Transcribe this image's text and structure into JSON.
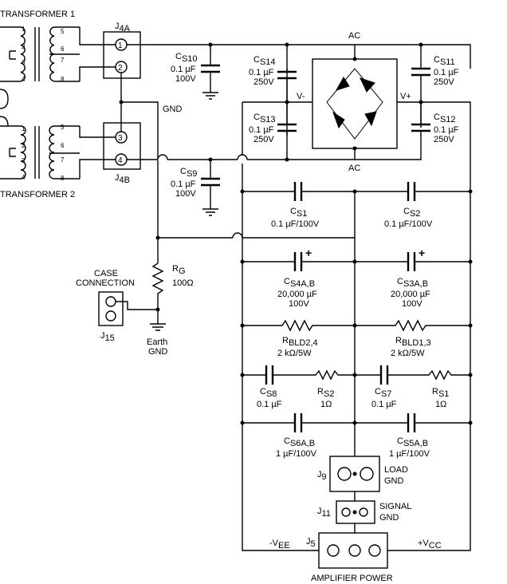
{
  "transformers": [
    {
      "label": "TRANSFORMER 1",
      "pins": [
        "1",
        "2",
        "3",
        "4",
        "5",
        "6",
        "7",
        "8"
      ]
    },
    {
      "label": "TRANSFORMER 2",
      "pins": [
        "1",
        "2",
        "3",
        "4",
        "5",
        "6",
        "7",
        "8"
      ]
    }
  ],
  "connectors": {
    "j4a": {
      "ref": "J",
      "sub": "4A",
      "pins": [
        "1",
        "2"
      ]
    },
    "j4b": {
      "ref": "J",
      "sub": "4B",
      "pins": [
        "3",
        "4"
      ]
    },
    "j15": {
      "ref": "J",
      "sub": "15"
    },
    "j9": {
      "ref": "J",
      "sub": "9",
      "label_line1": "LOAD",
      "label_line2": "GND"
    },
    "j11": {
      "ref": "J",
      "sub": "11",
      "label_line1": "SIGNAL",
      "label_line2": "GND"
    },
    "j5": {
      "ref": "J",
      "sub": "5",
      "label": "AMPLIFIER  POWER"
    }
  },
  "nets": {
    "gnd": "GND",
    "ac_top": "AC",
    "ac_bottom": "AC",
    "v_minus": "V-",
    "v_plus": "V+",
    "case_line1": "CASE",
    "case_line2": "CONNECTION",
    "earth_line1": "Earth",
    "earth_line2": "GND",
    "vee_prefix": "-V",
    "vee_sub": "EE",
    "vcc_prefix": "+V",
    "vcc_sub": "CC"
  },
  "components": {
    "cs10": {
      "ref": "C",
      "sub": "S10",
      "value1": "0.1 µF",
      "value2": "100V"
    },
    "cs9": {
      "ref": "C",
      "sub": "S9",
      "value1": "0.1 µF",
      "value2": "100V"
    },
    "cs14": {
      "ref": "C",
      "sub": "S14",
      "value1": "0.1 µF",
      "value2": "250V"
    },
    "cs13": {
      "ref": "C",
      "sub": "S13",
      "value1": "0.1 µF",
      "value2": "250V"
    },
    "cs11": {
      "ref": "C",
      "sub": "S11",
      "value1": "0.1 µF",
      "value2": "250V"
    },
    "cs12": {
      "ref": "C",
      "sub": "S12",
      "value1": "0.1 µF",
      "value2": "250V"
    },
    "cs1": {
      "ref": "C",
      "sub": "S1",
      "value": "0.1 µF/100V"
    },
    "cs2": {
      "ref": "C",
      "sub": "S2",
      "value": "0.1 µF/100V"
    },
    "cs4": {
      "ref": "C",
      "sub": "S4A,B",
      "value1": "20,000 µF",
      "value2": "100V",
      "polarity": "+"
    },
    "cs3": {
      "ref": "C",
      "sub": "S3A,B",
      "value1": "20,000 µF",
      "value2": "100V",
      "polarity": "+"
    },
    "rbld24": {
      "ref": "R",
      "sub": "BLD2,4",
      "value": "2 kΩ/5W"
    },
    "rbld13": {
      "ref": "R",
      "sub": "BLD1,3",
      "value": "2 kΩ/5W"
    },
    "cs8": {
      "ref": "C",
      "sub": "S8",
      "value": "0.1 µF"
    },
    "rs2": {
      "ref": "R",
      "sub": "S2",
      "value": "1Ω"
    },
    "cs7": {
      "ref": "C",
      "sub": "S7",
      "value": "0.1 µF"
    },
    "rs1": {
      "ref": "R",
      "sub": "S1",
      "value": "1Ω"
    },
    "cs6": {
      "ref": "C",
      "sub": "S6A,B",
      "value": "1 µF/100V"
    },
    "cs5": {
      "ref": "C",
      "sub": "S5A,B",
      "value": "1 µF/100V"
    },
    "rg": {
      "ref": "R",
      "sub": "G",
      "value": "100Ω"
    }
  }
}
